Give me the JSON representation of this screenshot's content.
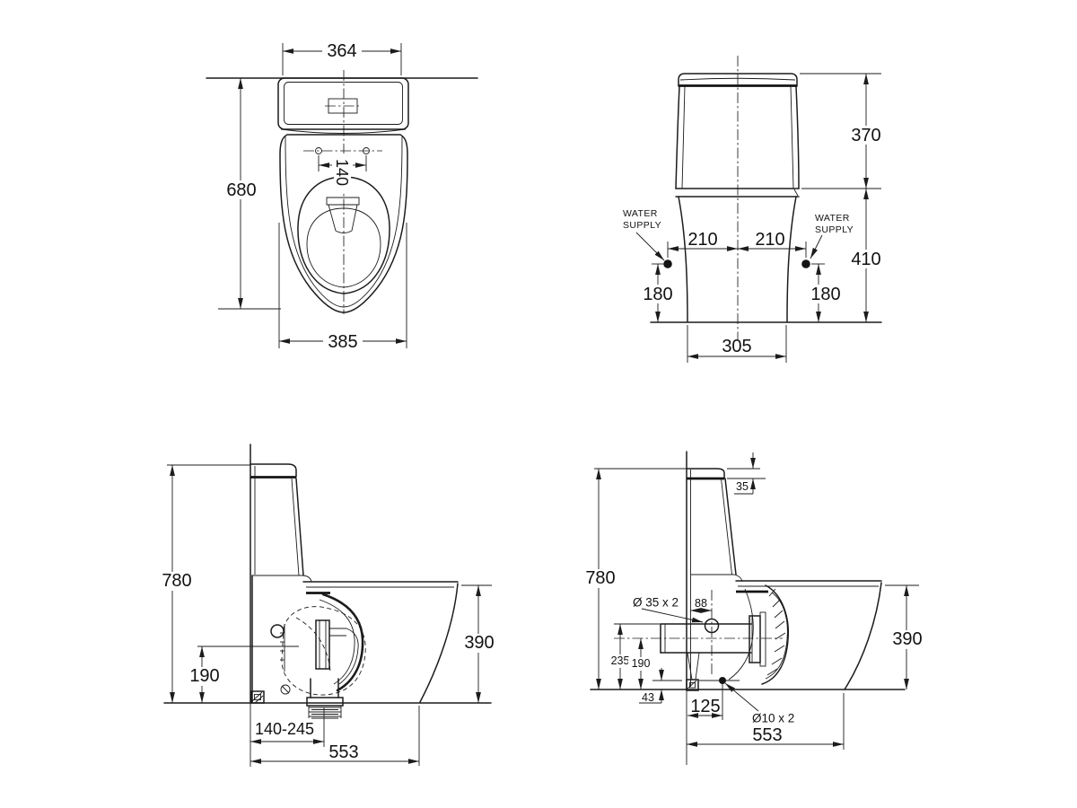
{
  "views": {
    "plan": {
      "dim_tank_width": "364",
      "dim_overall_length": "680",
      "dim_seat_hole_spacing": "140",
      "dim_bowl_width": "385"
    },
    "rear": {
      "dim_tank_height": "370",
      "dim_supply_offset_left": "210",
      "dim_supply_offset_right": "210",
      "dim_floor_to_tank": "410",
      "dim_supply_height_left": "180",
      "dim_supply_height_right": "180",
      "dim_base_width": "305",
      "water_supply_left_line1": "WATER",
      "water_supply_left_line2": "SUPPLY",
      "water_supply_right_line1": "WATER",
      "water_supply_right_line2": "SUPPLY"
    },
    "side": {
      "dim_overall_height": "780",
      "dim_bowl_height": "390",
      "dim_trap_height": "190",
      "dim_outlet_setout": "140-245",
      "dim_overall_depth": "553"
    },
    "section": {
      "dim_overall_height": "780",
      "dim_lid_height": "35",
      "dim_inlet_hole": "Ø 35 x 2",
      "dim_hole_setout": "88",
      "dim_inlet_top_height": "235",
      "dim_inlet_centre_height": "190",
      "dim_fixing_height": "43",
      "dim_drain_setout": "125",
      "dim_fixing_hole": "Ø10 x 2",
      "dim_bowl_height": "390",
      "dim_overall_depth": "553"
    }
  }
}
